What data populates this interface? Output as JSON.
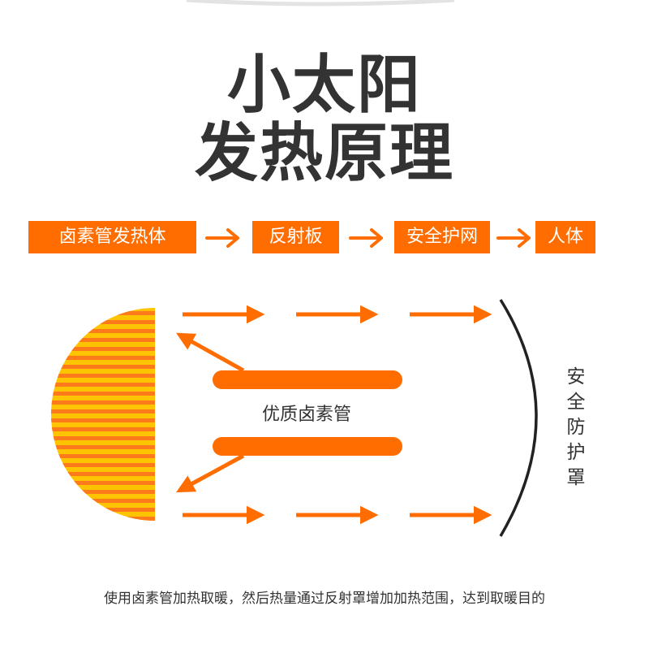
{
  "title": {
    "line1": "小太阳",
    "line2": "发热原理"
  },
  "flow": [
    "卤素管发热体",
    "反射板",
    "安全护网",
    "人体"
  ],
  "tube_label": "优质卤素管",
  "guard_label": [
    "安",
    "全",
    "防",
    "护",
    "罩"
  ],
  "caption": "使用卤素管加热取暖，然后热量通过反射罩增加加热范围，达到取暖目的",
  "colors": {
    "accent": "#ff6d00",
    "reflector_yellow": "#ffc400",
    "reflector_stripe": "#ff7a1a",
    "text_dark": "#333333",
    "guard_curve": "#222222"
  },
  "icons": [
    "arrow-right-icon"
  ]
}
